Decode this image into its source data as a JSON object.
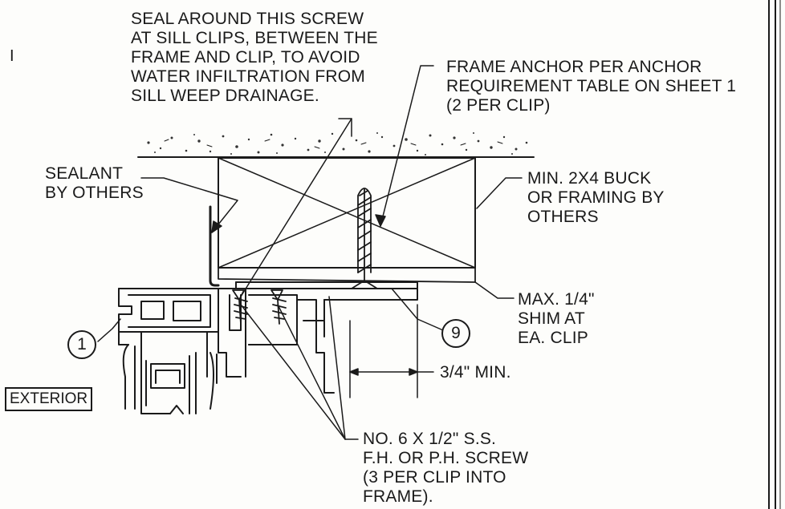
{
  "notes": {
    "seal_screw": [
      "SEAL AROUND THIS SCREW",
      "AT SILL CLIPS, BETWEEN THE",
      "FRAME AND CLIP, TO AVOID",
      "WATER INFILTRATION FROM",
      "SILL WEEP DRAINAGE."
    ],
    "frame_anchor": [
      "FRAME ANCHOR PER ANCHOR",
      "REQUIREMENT TABLE ON SHEET 1",
      "(2 PER CLIP)"
    ],
    "sealant": [
      "SEALANT",
      "BY OTHERS"
    ],
    "buck": [
      "MIN. 2X4 BUCK",
      "OR FRAMING BY",
      "OTHERS"
    ],
    "shim": [
      "MAX. 1/4\"",
      "SHIM AT",
      "EA. CLIP"
    ],
    "min_dim": "3/4\" MIN.",
    "screw": [
      "NO. 6 X 1/2\" S.S.",
      "F.H. OR P.H. SCREW",
      "(3 PER CLIP INTO",
      "FRAME)."
    ],
    "exterior": "EXTERIOR",
    "stray_mark": "I"
  },
  "callouts": {
    "frame": "1",
    "clip": "9"
  }
}
